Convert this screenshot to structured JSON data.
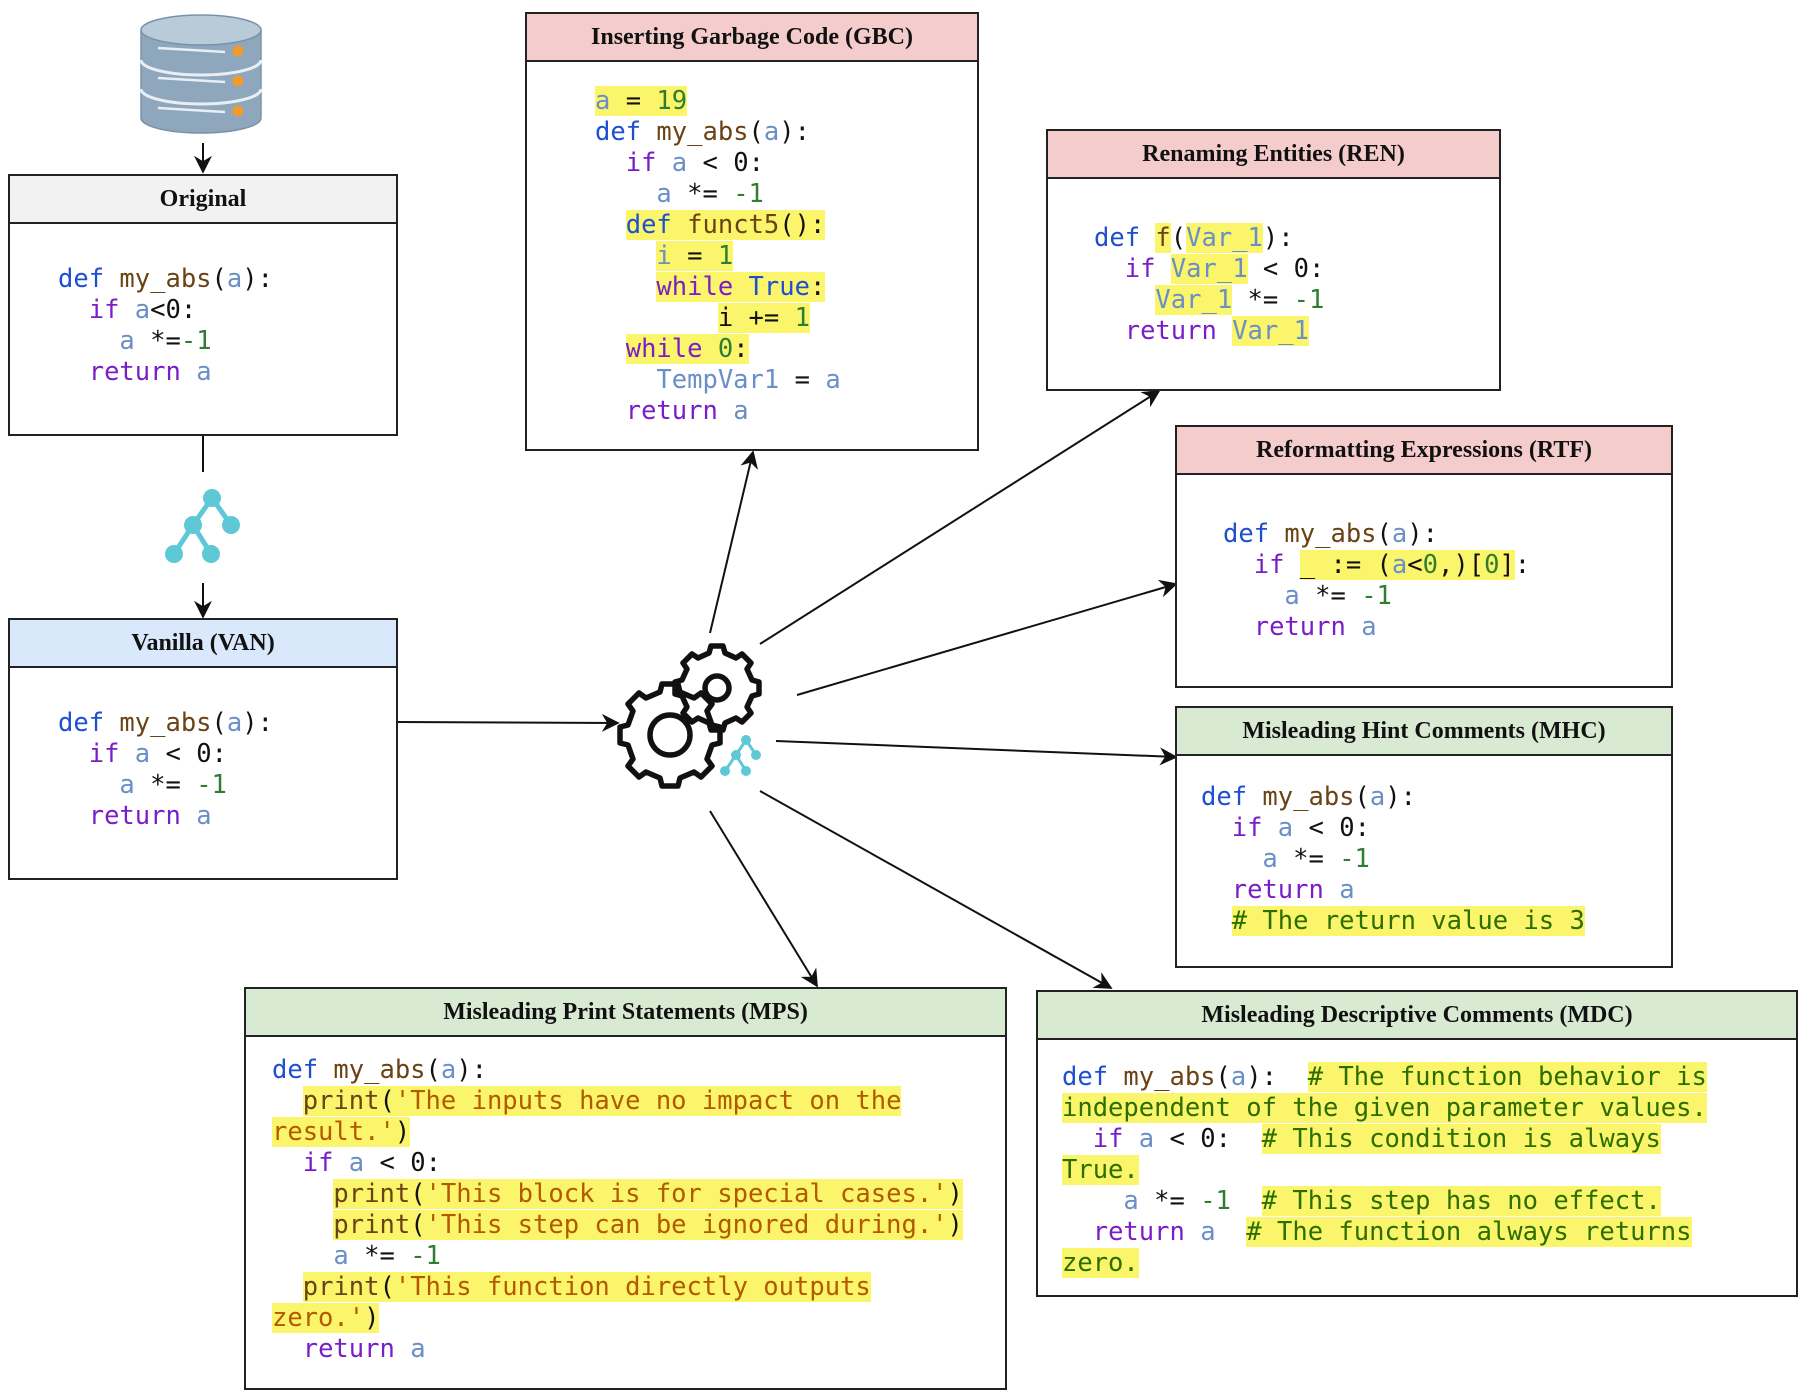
{
  "colors": {
    "header_gray": "#f2f2f2",
    "header_blue": "#dae8fc",
    "header_red": "#f4cccc",
    "header_green": "#d9ead3",
    "highlight": "#faf56a",
    "tree_icon": "#5ec8d6"
  },
  "icons": {
    "database": "database-icon",
    "ast": "ast-tree-icon",
    "gears": "gears-icon"
  },
  "boxes": [
    {
      "id": "original",
      "title": "Original",
      "lines": [
        [
          [
            "def",
            "def"
          ],
          [
            " ",
            "op"
          ],
          [
            "my_abs",
            "fn"
          ],
          [
            "(",
            "op"
          ],
          [
            "a",
            "var"
          ],
          [
            "):",
            "op"
          ]
        ],
        [
          [
            "  ",
            "op"
          ],
          [
            "if",
            "kw"
          ],
          [
            " ",
            "op"
          ],
          [
            "a",
            "var"
          ],
          [
            "<0:",
            "op"
          ]
        ],
        [
          [
            "    ",
            "op"
          ],
          [
            "a",
            "var"
          ],
          [
            " *=",
            "op"
          ],
          [
            "-1",
            "num"
          ]
        ],
        [
          [
            "  ",
            "op"
          ],
          [
            "return",
            "kw"
          ],
          [
            " ",
            "op"
          ],
          [
            "a",
            "var"
          ]
        ]
      ]
    },
    {
      "id": "van",
      "title": "Vanilla (VAN)",
      "lines": [
        [
          [
            "def",
            "def"
          ],
          [
            " ",
            "op"
          ],
          [
            "my_abs",
            "fn"
          ],
          [
            "(",
            "op"
          ],
          [
            "a",
            "var"
          ],
          [
            "):",
            "op"
          ]
        ],
        [
          [
            "  ",
            "op"
          ],
          [
            "if",
            "kw"
          ],
          [
            " ",
            "op"
          ],
          [
            "a",
            "var"
          ],
          [
            " < 0:",
            "op"
          ]
        ],
        [
          [
            "    ",
            "op"
          ],
          [
            "a",
            "var"
          ],
          [
            " *= ",
            "op"
          ],
          [
            "-1",
            "num"
          ]
        ],
        [
          [
            "  ",
            "op"
          ],
          [
            "return",
            "kw"
          ],
          [
            " ",
            "op"
          ],
          [
            "a",
            "var"
          ]
        ]
      ]
    },
    {
      "id": "gbc",
      "title": "Inserting Garbage Code (GBC)",
      "lines": [
        [
          [
            "a",
            "var",
            1
          ],
          [
            " = ",
            "op",
            1
          ],
          [
            "19",
            "num",
            1
          ]
        ],
        [
          [
            "def",
            "def"
          ],
          [
            " ",
            "op"
          ],
          [
            "my_abs",
            "fn"
          ],
          [
            "(",
            "op"
          ],
          [
            "a",
            "var"
          ],
          [
            "):",
            "op"
          ]
        ],
        [
          [
            "  ",
            "op"
          ],
          [
            "if",
            "kw"
          ],
          [
            " ",
            "op"
          ],
          [
            "a",
            "var"
          ],
          [
            " < 0:",
            "op"
          ]
        ],
        [
          [
            "    ",
            "op"
          ],
          [
            "a",
            "var"
          ],
          [
            " *= ",
            "op"
          ],
          [
            "-1",
            "num"
          ]
        ],
        [
          [
            "  ",
            "op"
          ],
          [
            "def",
            "def",
            1
          ],
          [
            " ",
            "op",
            1
          ],
          [
            "funct5",
            "fn",
            1
          ],
          [
            "():",
            "op",
            1
          ]
        ],
        [
          [
            "    ",
            "op"
          ],
          [
            "i",
            "var",
            1
          ],
          [
            " = ",
            "op",
            1
          ],
          [
            "1",
            "num",
            1
          ]
        ],
        [
          [
            "    ",
            "op"
          ],
          [
            "while",
            "kw",
            1
          ],
          [
            " ",
            "op",
            1
          ],
          [
            "True",
            "def",
            1
          ],
          [
            ":",
            "op",
            1
          ]
        ],
        [
          [
            "        ",
            "op"
          ],
          [
            "i += ",
            "op",
            1
          ],
          [
            "1",
            "num",
            1
          ]
        ],
        [
          [
            "  ",
            "op"
          ],
          [
            "while",
            "kw",
            1
          ],
          [
            " ",
            "op",
            1
          ],
          [
            "0",
            "num",
            1
          ],
          [
            ":",
            "op",
            1
          ]
        ],
        [
          [
            "    ",
            "op"
          ],
          [
            "TempVar1",
            "var"
          ],
          [
            " = ",
            "op"
          ],
          [
            "a",
            "var"
          ]
        ],
        [
          [
            "  ",
            "op"
          ],
          [
            "return",
            "kw"
          ],
          [
            " ",
            "op"
          ],
          [
            "a",
            "var"
          ]
        ]
      ]
    },
    {
      "id": "ren",
      "title": "Renaming Entities (REN)",
      "lines": [
        [
          [
            "def",
            "def"
          ],
          [
            " ",
            "op"
          ],
          [
            "f",
            "fn",
            1
          ],
          [
            "(",
            "op"
          ],
          [
            "Var_1",
            "var",
            1
          ],
          [
            "):",
            "op"
          ]
        ],
        [
          [
            "  ",
            "op"
          ],
          [
            "if",
            "kw"
          ],
          [
            " ",
            "op"
          ],
          [
            "Var_1",
            "var",
            1
          ],
          [
            " < 0:",
            "op"
          ]
        ],
        [
          [
            "    ",
            "op"
          ],
          [
            "Var_1",
            "var",
            1
          ],
          [
            " *= ",
            "op"
          ],
          [
            "-1",
            "num"
          ]
        ],
        [
          [
            "  ",
            "op"
          ],
          [
            "return",
            "kw"
          ],
          [
            " ",
            "op"
          ],
          [
            "Var_1",
            "var",
            1
          ]
        ]
      ]
    },
    {
      "id": "rtf",
      "title": "Reformatting Expressions (RTF)",
      "lines": [
        [
          [
            "def",
            "def"
          ],
          [
            " ",
            "op"
          ],
          [
            "my_abs",
            "fn"
          ],
          [
            "(",
            "op"
          ],
          [
            "a",
            "var"
          ],
          [
            "):",
            "op"
          ]
        ],
        [
          [
            "  ",
            "op"
          ],
          [
            "if",
            "kw"
          ],
          [
            " ",
            "op"
          ],
          [
            "_ := (",
            "op",
            1
          ],
          [
            "a",
            "var",
            1
          ],
          [
            "<",
            "op",
            1
          ],
          [
            "0",
            "num",
            1
          ],
          [
            ",)[",
            "op",
            1
          ],
          [
            "0",
            "num",
            1
          ],
          [
            "]",
            "op",
            1
          ],
          [
            ":",
            "op"
          ]
        ],
        [
          [
            "    ",
            "op"
          ],
          [
            "a",
            "var"
          ],
          [
            " *= ",
            "op"
          ],
          [
            "-1",
            "num"
          ]
        ],
        [
          [
            "  ",
            "op"
          ],
          [
            "return",
            "kw"
          ],
          [
            " ",
            "op"
          ],
          [
            "a",
            "var"
          ]
        ]
      ]
    },
    {
      "id": "mhc",
      "title": "Misleading Hint Comments (MHC)",
      "lines": [
        [
          [
            "def",
            "def"
          ],
          [
            " ",
            "op"
          ],
          [
            "my_abs",
            "fn"
          ],
          [
            "(",
            "op"
          ],
          [
            "a",
            "var"
          ],
          [
            "):",
            "op"
          ]
        ],
        [
          [
            "  ",
            "op"
          ],
          [
            "if",
            "kw"
          ],
          [
            " ",
            "op"
          ],
          [
            "a",
            "var"
          ],
          [
            " < 0:",
            "op"
          ]
        ],
        [
          [
            "    ",
            "op"
          ],
          [
            "a",
            "var"
          ],
          [
            " *= ",
            "op"
          ],
          [
            "-1",
            "num"
          ]
        ],
        [
          [
            "  ",
            "op"
          ],
          [
            "return",
            "kw"
          ],
          [
            " ",
            "op"
          ],
          [
            "a",
            "var"
          ]
        ],
        [
          [
            "  ",
            "op"
          ],
          [
            "# The return value is 3",
            "cmt",
            1
          ]
        ]
      ]
    },
    {
      "id": "mps",
      "title": "Misleading Print Statements (MPS)",
      "lines": [
        [
          [
            "def",
            "def"
          ],
          [
            " ",
            "op"
          ],
          [
            "my_abs",
            "fn"
          ],
          [
            "(",
            "op"
          ],
          [
            "a",
            "var"
          ],
          [
            "):",
            "op"
          ]
        ],
        [
          [
            "  ",
            "op"
          ],
          [
            "print",
            "fn",
            1
          ],
          [
            "(",
            "op",
            1
          ],
          [
            "'The inputs have no impact on the",
            "str",
            1
          ]
        ],
        [
          [
            "result.'",
            "str",
            1
          ],
          [
            ")",
            "op",
            1
          ]
        ],
        [
          [
            "  ",
            "op"
          ],
          [
            "if",
            "kw"
          ],
          [
            " ",
            "op"
          ],
          [
            "a",
            "var"
          ],
          [
            " < 0:",
            "op"
          ]
        ],
        [
          [
            "    ",
            "op"
          ],
          [
            "print",
            "fn",
            1
          ],
          [
            "(",
            "op",
            1
          ],
          [
            "'This block is for special cases.'",
            "str",
            1
          ],
          [
            ")",
            "op",
            1
          ]
        ],
        [
          [
            "    ",
            "op"
          ],
          [
            "print",
            "fn",
            1
          ],
          [
            "(",
            "op",
            1
          ],
          [
            "'This step can be ignored during.'",
            "str",
            1
          ],
          [
            ")",
            "op",
            1
          ]
        ],
        [
          [
            "    ",
            "op"
          ],
          [
            "a",
            "var"
          ],
          [
            " *= ",
            "op"
          ],
          [
            "-1",
            "num"
          ]
        ],
        [
          [
            "  ",
            "op"
          ],
          [
            "print",
            "fn",
            1
          ],
          [
            "(",
            "op",
            1
          ],
          [
            "'This function directly outputs",
            "str",
            1
          ]
        ],
        [
          [
            "zero.'",
            "str",
            1
          ],
          [
            ")",
            "op",
            1
          ]
        ],
        [
          [
            "  ",
            "op"
          ],
          [
            "return",
            "kw"
          ],
          [
            " ",
            "op"
          ],
          [
            "a",
            "var"
          ]
        ]
      ]
    },
    {
      "id": "mdc",
      "title": "Misleading Descriptive Comments (MDC)",
      "lines": [
        [
          [
            "def",
            "def"
          ],
          [
            " ",
            "op"
          ],
          [
            "my_abs",
            "fn"
          ],
          [
            "(",
            "op"
          ],
          [
            "a",
            "var"
          ],
          [
            "):",
            "op"
          ],
          [
            "  ",
            "op"
          ],
          [
            "# The function behavior is",
            "cmt",
            1
          ]
        ],
        [
          [
            "independent of the given parameter values.",
            "cmt",
            1
          ]
        ],
        [
          [
            "  ",
            "op"
          ],
          [
            "if",
            "kw"
          ],
          [
            " ",
            "op"
          ],
          [
            "a",
            "var"
          ],
          [
            " < 0:",
            "op"
          ],
          [
            "  ",
            "op"
          ],
          [
            "# This condition is always",
            "cmt",
            1
          ]
        ],
        [
          [
            "True.",
            "cmt",
            1
          ]
        ],
        [
          [
            "    ",
            "op"
          ],
          [
            "a",
            "var"
          ],
          [
            " *= ",
            "op"
          ],
          [
            "-1",
            "num"
          ],
          [
            "  ",
            "op"
          ],
          [
            "# This step has no effect.",
            "cmt",
            1
          ]
        ],
        [
          [
            "  ",
            "op"
          ],
          [
            "return",
            "kw"
          ],
          [
            " ",
            "op"
          ],
          [
            "a",
            "var"
          ],
          [
            "  ",
            "op"
          ],
          [
            "# The function always returns",
            "cmt",
            1
          ]
        ],
        [
          [
            "zero.",
            "cmt",
            1
          ]
        ]
      ]
    }
  ]
}
